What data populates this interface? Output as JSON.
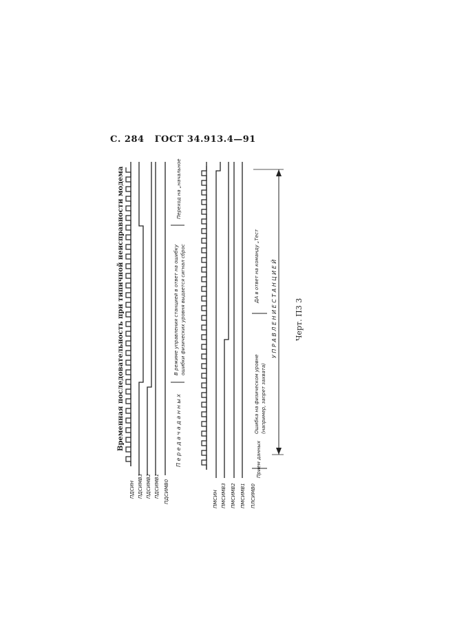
{
  "header": {
    "page": "С. 284",
    "standard": "ГОСТ 34.913.4—91"
  },
  "title": "Временная последовательность при типичной неисправности модема",
  "signals_top": [
    "ПДСИН",
    "ПДСИМВ3",
    "ПДСИМВ2",
    "ПДСИМВ1",
    "ПДСИМВ0"
  ],
  "signals_bottom": [
    "ПМСИН",
    "ПМСИМВ3",
    "ПМСИМВ2",
    "ПМСИМВ1",
    "ПЛСИМВ0"
  ],
  "annotations": {
    "transfer_data": "П е р е д а ч а   д а н н ы х",
    "control_mode": "В режиме управления станцией в ответ на ошибку",
    "control_mode_2": "ошибки физических уровня выдается сигнал сброс",
    "transfer_to_start": "Переход на „начальное",
    "error_physical": "Ошибка на физическом уровне",
    "error_physical_2": "(например, запрет захвата)",
    "yes_answer": "ДА в ответ на команду „Тест",
    "station_control": "У П Р А В Л Е Н И Е   С Т А Н Ц И Е Й",
    "bottom_data_label": "Прием данных"
  },
  "caption": "Черт. П3 3"
}
